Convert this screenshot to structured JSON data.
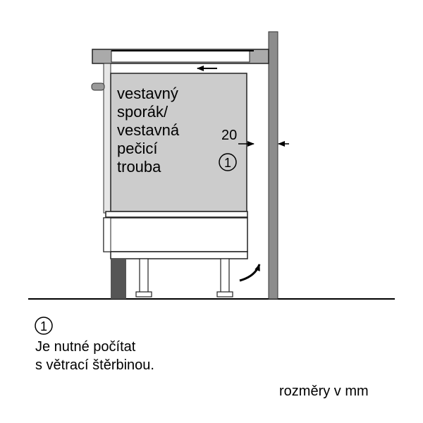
{
  "appliance_label": {
    "line1": "vestavný",
    "line2": "sporák/",
    "line3": "vestavná",
    "line4": "pečicí",
    "line5": "trouba"
  },
  "gap_dimension": "20",
  "callout_marker": "1",
  "note": {
    "marker": "1",
    "line1": "Je nutné počítat",
    "line2": "s větrací štěrbinou."
  },
  "units_note": "rozměry v mm",
  "colors": {
    "oven_body": "#cccccc",
    "wall": "#8c8c8c",
    "plinth": "#555555",
    "countertop": "#aaaaaa",
    "line": "#000000"
  }
}
